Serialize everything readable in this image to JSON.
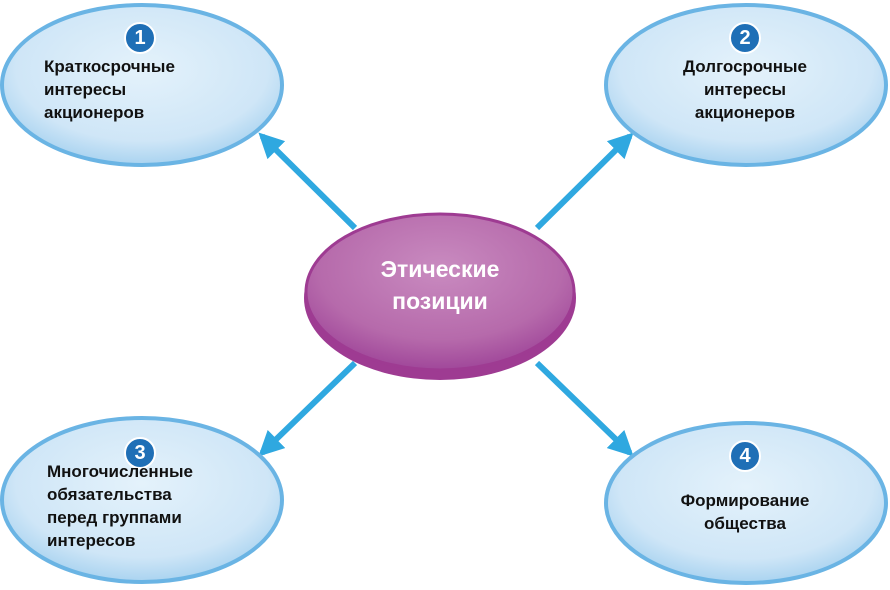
{
  "diagram": {
    "center": {
      "label": "Этические\nпозиции"
    },
    "nodes": [
      {
        "number": "1",
        "label": "Краткосрочные\nинтересы\nакционеров"
      },
      {
        "number": "2",
        "label": "Долгосрочные\nинтересы\nакционеров"
      },
      {
        "number": "3",
        "label": "Многочисленные\nобязательства\nперед группами\nинтересов"
      },
      {
        "number": "4",
        "label": "Формирование\nобщества"
      }
    ],
    "colors": {
      "node_fill": "#cfe6f7",
      "node_border": "#6ab4e4",
      "center_fill": "#b86aad",
      "center_border": "#9e3b92",
      "arrow": "#2fa8e0",
      "badge": "#1f6fb6"
    }
  }
}
